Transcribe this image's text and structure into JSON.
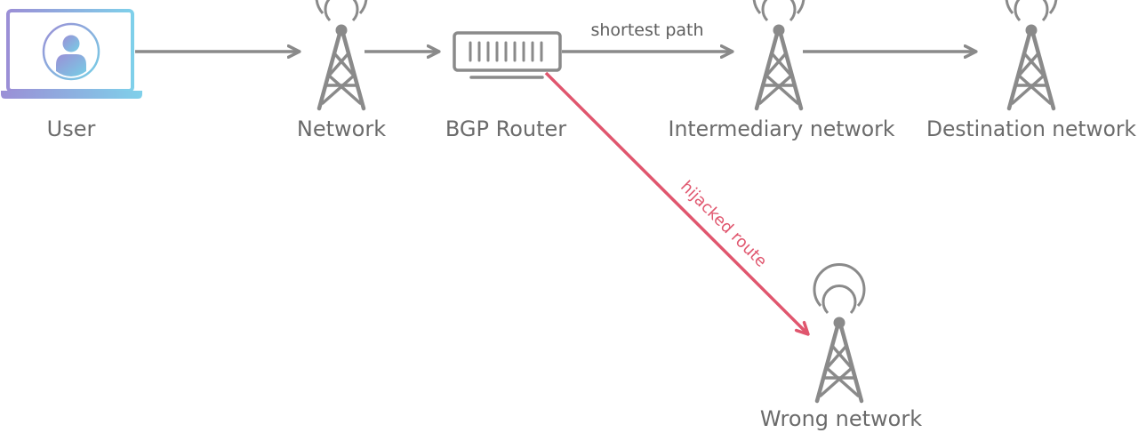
{
  "nodes": {
    "user": {
      "label": "User"
    },
    "network": {
      "label": "Network"
    },
    "bgp_router": {
      "label": "BGP Router"
    },
    "intermediary_network": {
      "label": "Intermediary network"
    },
    "destination_network": {
      "label": "Destination network"
    },
    "wrong_network": {
      "label": "Wrong network"
    }
  },
  "edges": {
    "shortest_path": {
      "label": "shortest path"
    },
    "hijacked_route": {
      "label": "hijacked route"
    }
  },
  "colors": {
    "line": "#8a8a8a",
    "hijack": "#e0566e",
    "laptop_gradient_start": "#9b8fd6",
    "laptop_gradient_end": "#7fd0ea"
  }
}
